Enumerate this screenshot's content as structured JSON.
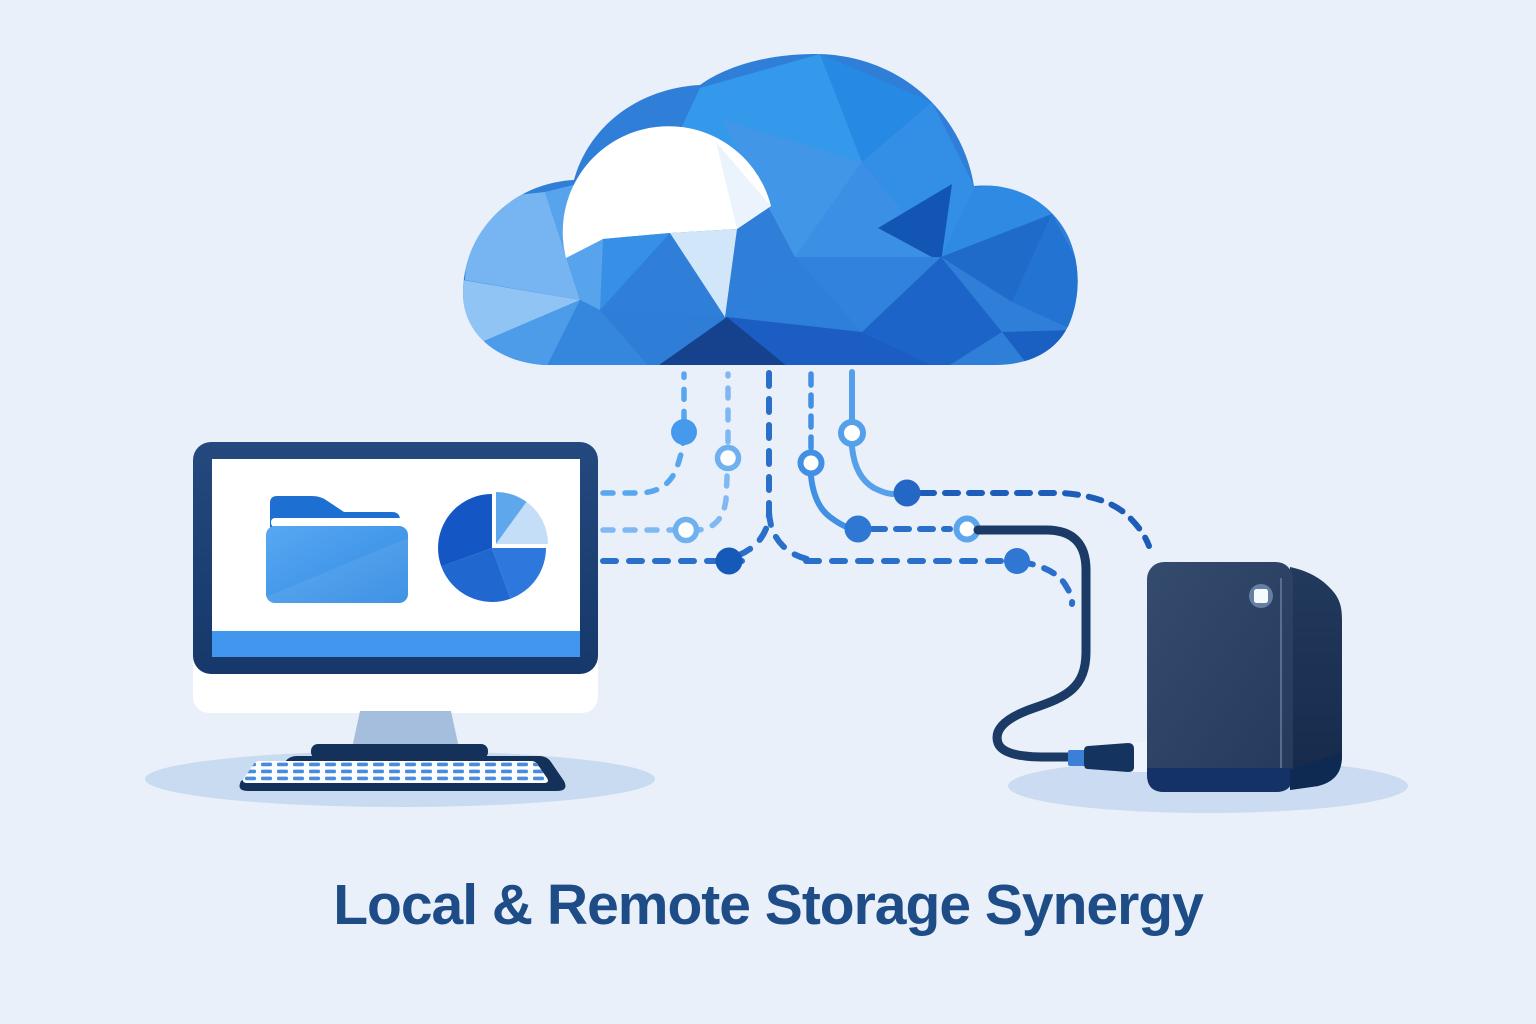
{
  "page": {
    "background_color": "#e9f0fa"
  },
  "caption": {
    "text": "Local & Remote Storage Synergy",
    "color": "#1d4c86"
  },
  "cloud": {
    "label": "low-poly cloud (remote storage)",
    "facet_colors": [
      "#76b5f1",
      "#8fc4f4",
      "#3498eb",
      "#2689e4",
      "#1255b2",
      "#2e8ae2",
      "#1b5dc2",
      "#16418c",
      "#ffffff",
      "#d2e6fa"
    ]
  },
  "computer": {
    "label": "desktop computer (local storage)",
    "bezel_color": "#16386b",
    "screen_color": "#ffffff",
    "taskbar_color": "#4196ee",
    "stand_color": "#a6bedd",
    "keyboard_color": "#14315a",
    "key_color": "#3b82d8",
    "folder_icon": {
      "back_color": "#1d70d2",
      "front_color_top": "#58a8f2",
      "front_color_bottom": "#318ae3",
      "stripe_color": "#ffffff"
    },
    "pie_chart": {
      "slice_colors": [
        "#1356c4",
        "#2e78dd",
        "#2167d0",
        "#5ea7ed",
        "#c5def7"
      ]
    }
  },
  "drive": {
    "label": "external hard drive",
    "body_color_top": "#344b6e",
    "body_color_bottom": "#243a5c",
    "side_color": "#1c3254",
    "bottom_strip_color": "#143265",
    "led_color": "#f5faff",
    "cable_color": "#1b3a66",
    "plug_collar_color": "#3b7fd6"
  },
  "connections": {
    "style": "dashed lines with circular nodes",
    "line_colors": [
      "#58a6ed",
      "#7fb8f2",
      "#2a6fc9",
      "#4190e4",
      "#55a0ea",
      "#1d5cb8"
    ],
    "node_colors": {
      "filled": [
        "#459aeb",
        "#1559b9",
        "#2f77d3",
        "#2467c4"
      ],
      "outlined_fill": "#ffffff"
    }
  },
  "shadows": {
    "color": "#c9dbf1"
  }
}
